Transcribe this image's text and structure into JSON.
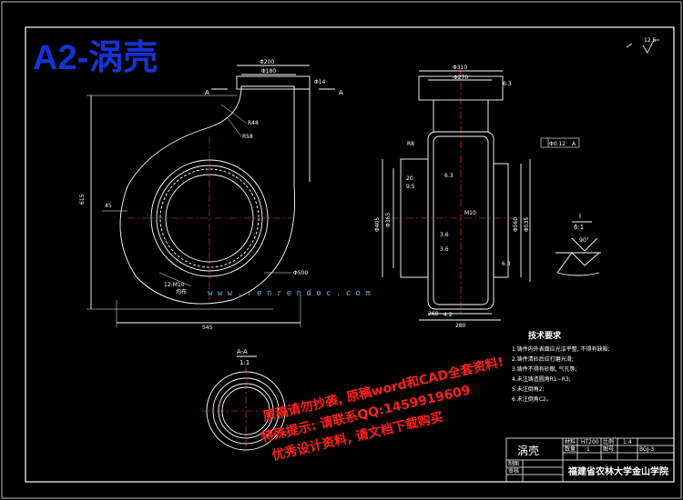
{
  "title": "A2-涡壳",
  "surface_roughness": "12.5",
  "section_mark": "A",
  "front_view": {
    "dims": [
      "Φ200",
      "Φ180",
      "Φ14",
      "R48",
      "R58",
      "615",
      "545",
      "45",
      "Φ500",
      "12-M10",
      "均布"
    ],
    "section_label": "A"
  },
  "side_view": {
    "dims": [
      "Φ310",
      "Φ270",
      "6.3",
      "R8",
      "Φ0.12",
      "A",
      "20",
      "9.5",
      "6.3",
      "Φ405",
      "Φ365",
      "M10",
      "Φ560",
      "Φ535",
      "3.6",
      "3.6",
      "6.3",
      "260",
      "280",
      "4.2"
    ]
  },
  "detail": {
    "title": "I",
    "scale": "6:1",
    "angle": "90°"
  },
  "section_aa": {
    "title": "A-A",
    "scale": "1:1"
  },
  "tech_requirements": {
    "title": "技术要求",
    "items": [
      "1.铸件内外表面应光洁平整, 不得有缺陷;",
      "2.铸件清砂后应打磨光滑;",
      "3.铸件不得有砂眼, 气孔等;",
      "4.未注铸造圆角R1~R3;",
      "5.未注倒角2;",
      "6.未注倒角C2。"
    ]
  },
  "title_block": {
    "part_name": "涡壳",
    "material_label": "材料",
    "material": "HT200",
    "scale_label": "比例",
    "scale": "1:4",
    "qty_label": "数量",
    "qty": "1",
    "drawing_no_label": "图号",
    "drawing_no": "BGJ-3",
    "designer_label": "制图",
    "reviewer_label": "审核",
    "school": "福建省农林大学金山学院"
  },
  "watermarks": {
    "line1": "原稿请勿抄袭, 原稿word和CAD全套资料!",
    "line2": "特殊提示: 请联系QQ:1459919609",
    "line3": "优秀设计资料, 请文档下载购买",
    "url": "w w w . r e n r e n d o c . c o m"
  }
}
